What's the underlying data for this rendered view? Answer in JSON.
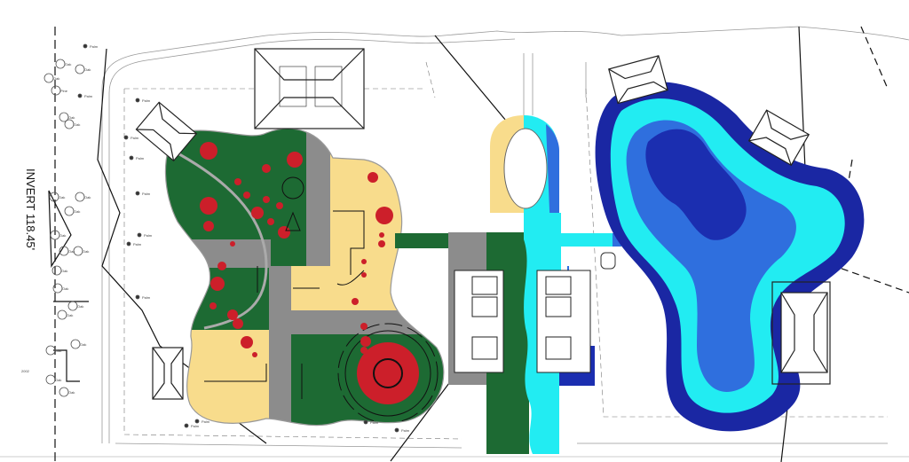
{
  "drawing": {
    "invert_label": "INVERT 118.45'",
    "small_note": "2002",
    "colors": {
      "turf_green": "#1d6a33",
      "sand_yellow": "#f8dc8c",
      "path_gray": "#8c8c8c",
      "planting_red": "#cc1f2a",
      "pool_navy": "#1a27a3",
      "pool_mid_blue": "#2f6fde",
      "pool_cyan": "#22ecf2",
      "pool_deep": "#1b2eb0"
    },
    "tree_labels": {
      "oak": "Oak",
      "palm": "Palm",
      "pine": "Pine"
    }
  }
}
